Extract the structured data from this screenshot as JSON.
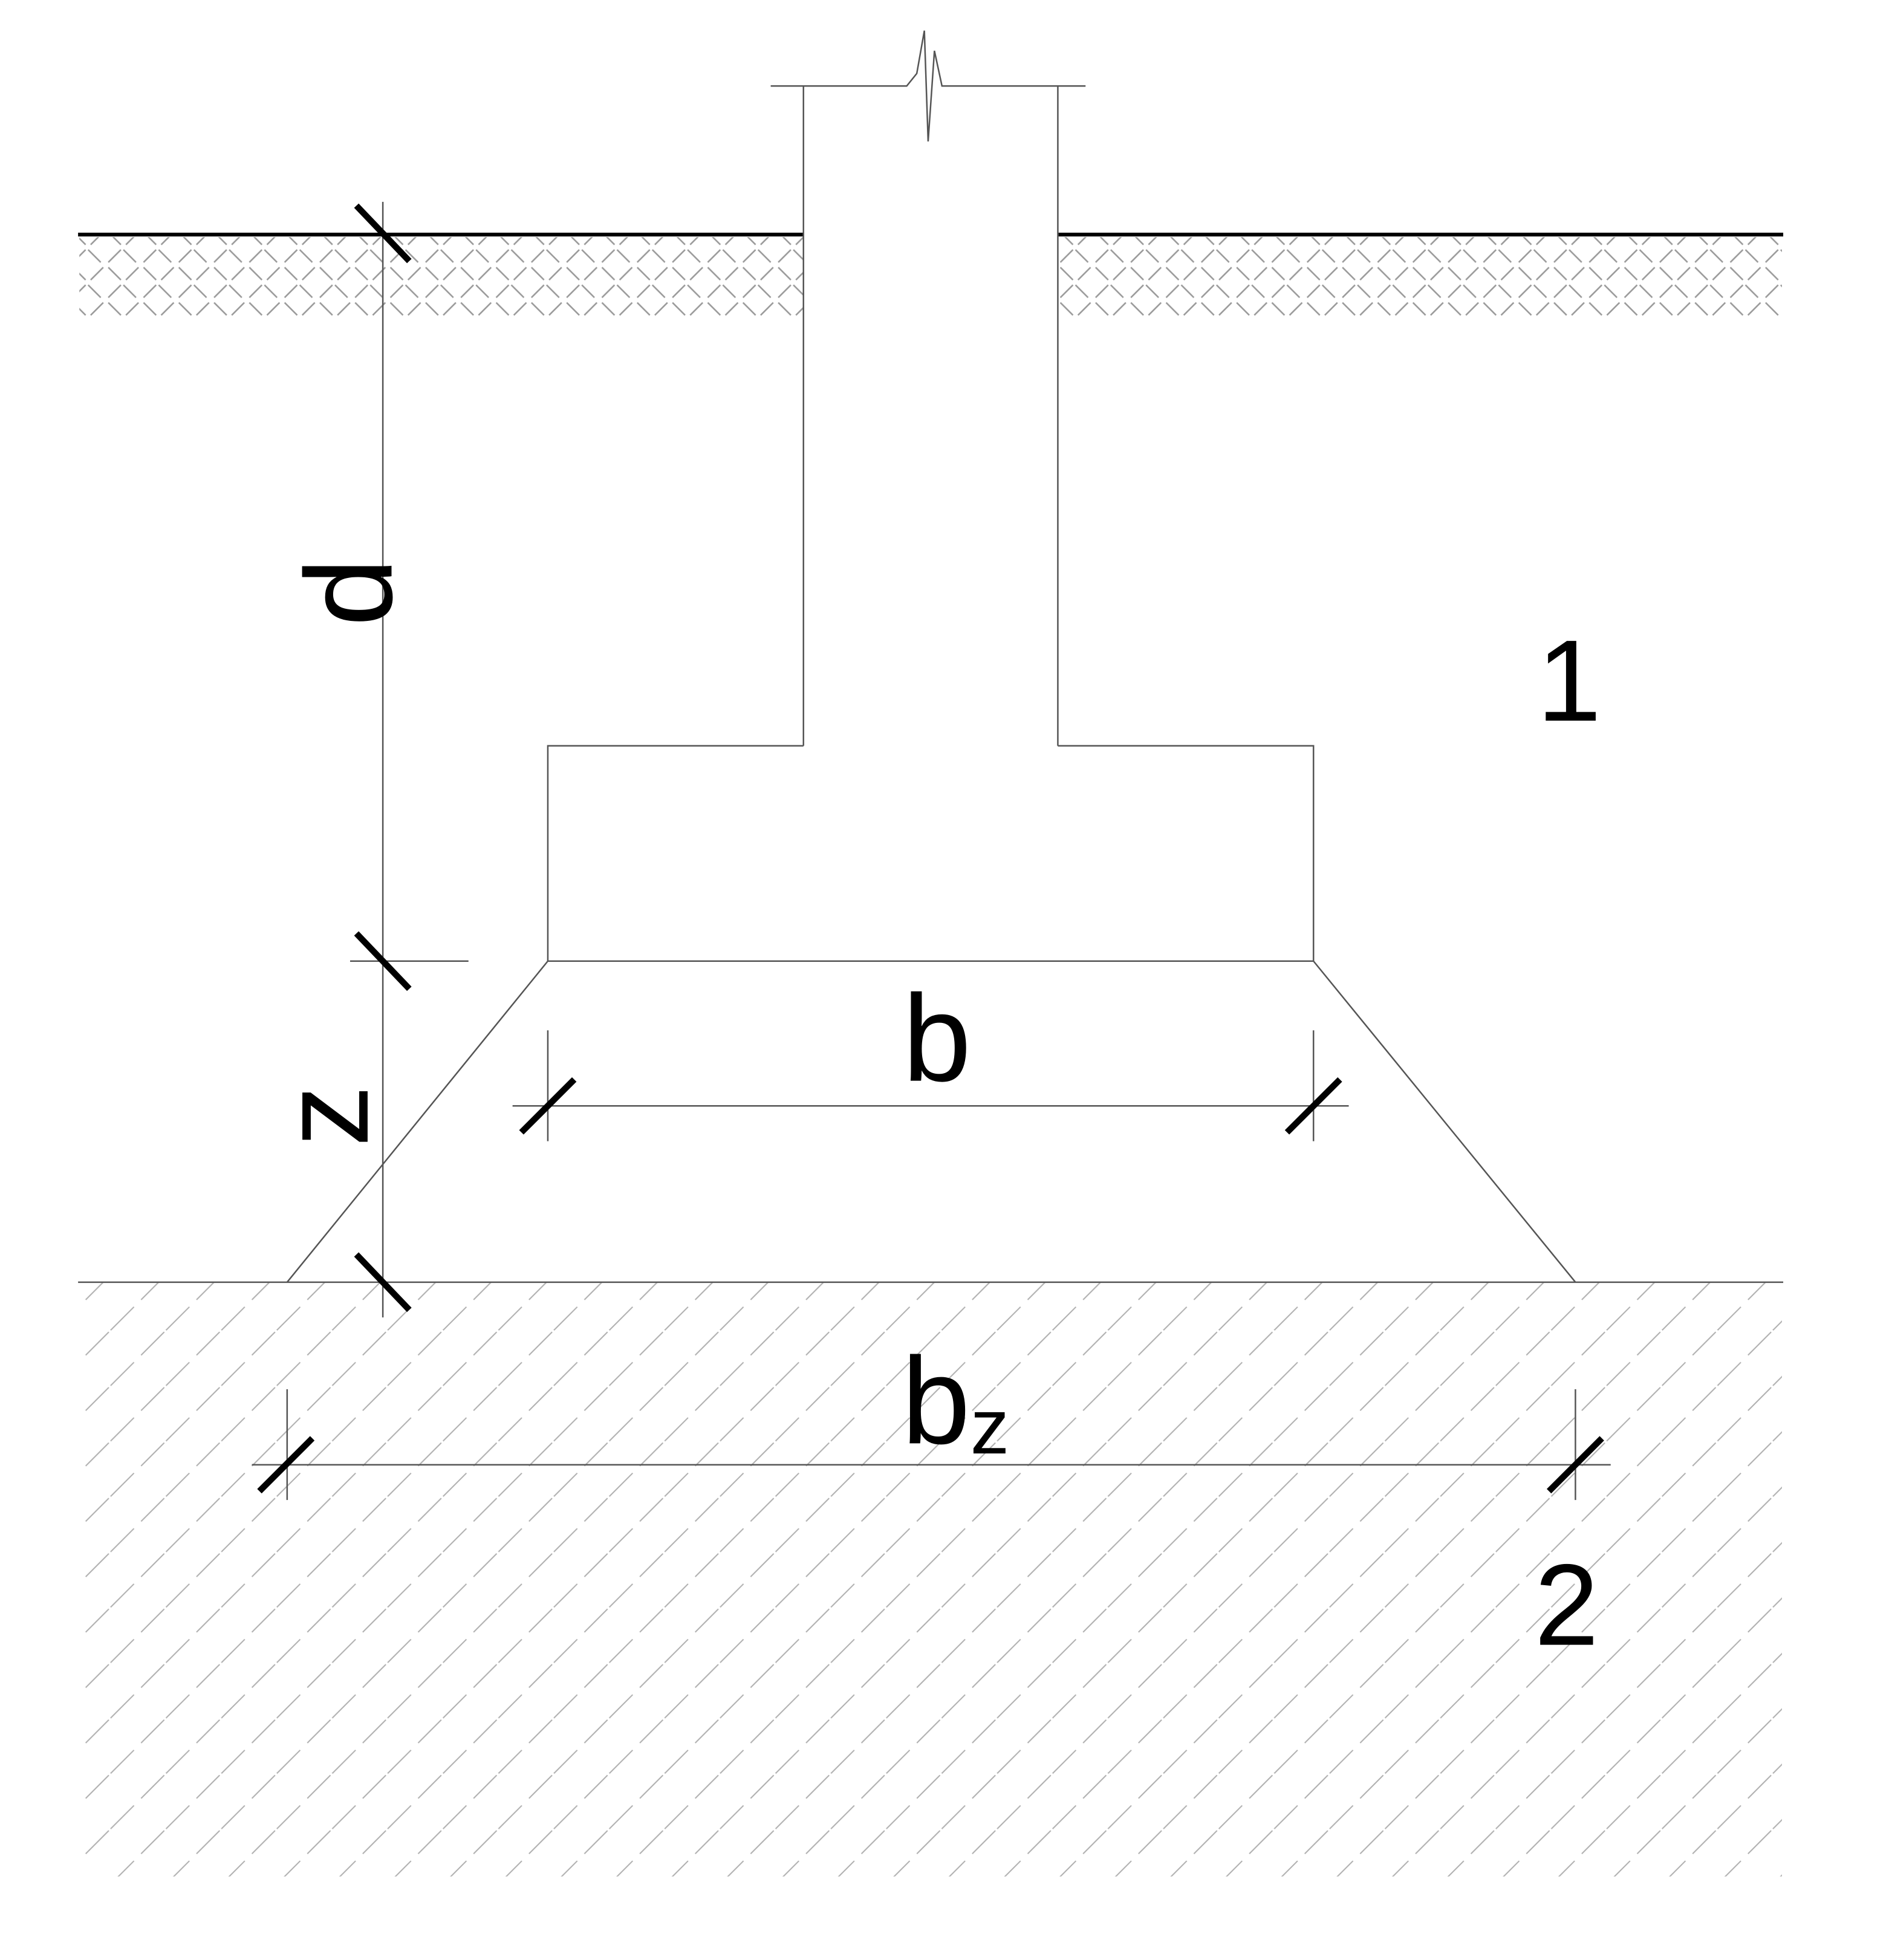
{
  "labels": {
    "d": "d",
    "z": "z",
    "b": "b",
    "bz_main": "b",
    "bz_sub": "z",
    "region_1": "1",
    "region_2": "2"
  },
  "colors": {
    "line": "#000000",
    "thin_line": "#555555",
    "hatch": "#9a9a9a",
    "background": "#ffffff"
  }
}
